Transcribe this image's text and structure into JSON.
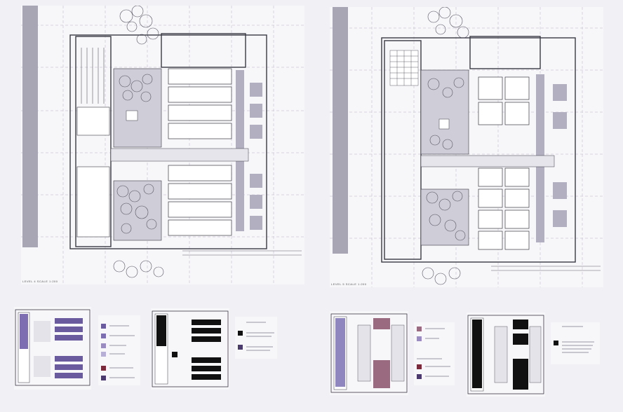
{
  "board": {
    "colors": {
      "paper": "#f7f6f9",
      "line": "#3a3a44",
      "gray_fill": "#c9c7d2",
      "dark_gray": "#9c9aa8",
      "purple": "#6a5a9e",
      "purple_light": "#9a8cc0",
      "mauve": "#9a6a80",
      "black": "#111111"
    }
  },
  "plans": [
    {
      "id": "level-4",
      "caption": "LEVEL 4  SCALE 1:200"
    },
    {
      "id": "level-5",
      "caption": "LEVEL 5  SCALE 1:200"
    }
  ],
  "diagrams": [
    {
      "id": "d1",
      "fill": "purple"
    },
    {
      "id": "d2",
      "fill": "black"
    },
    {
      "id": "d3",
      "fill": "mauve"
    },
    {
      "id": "d4",
      "fill": "black"
    }
  ]
}
